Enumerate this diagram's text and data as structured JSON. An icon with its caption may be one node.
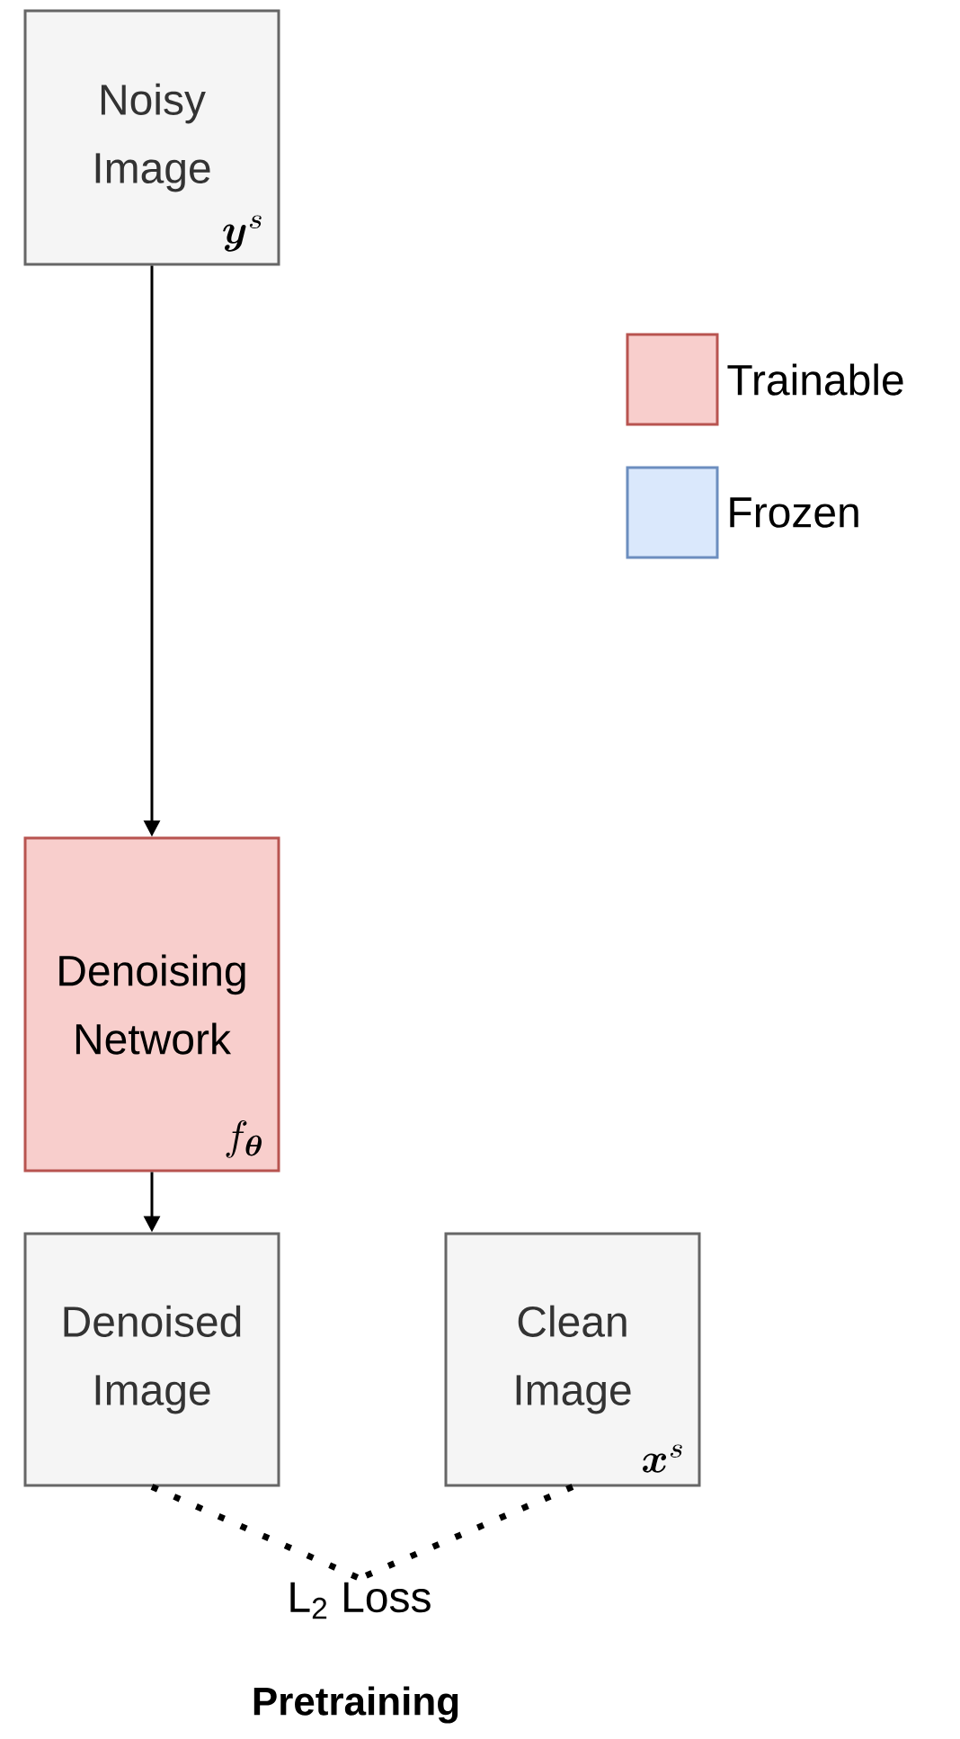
{
  "diagram": {
    "caption": "Pretraining",
    "nodes": [
      {
        "text": [
          "Noisy Image",
          "\\boldsymbol{y}^s"
        ]
      },
      {
        "text": [
          "Denoising Network",
          "f_{\\boldsymbol{\\theta}}"
        ]
      },
      {
        "text": [
          "Denoised Image"
        ]
      },
      {
        "text": [
          "Clean Image",
          "\\boldsymbol{x}^s"
        ]
      },
      {
        "text": [
          "L$_{2}$ Loss"
        ]
      }
    ],
    "edges": [
      {
        "from": 0,
        "to": 1,
        "arrow": "to"
      },
      {
        "from": 1,
        "to": 2,
        "arrow": "to"
      },
      {
        "from": 2,
        "to": 4,
        "arrow": "none",
        "style": "dashed"
      },
      {
        "from": 3,
        "to": 4,
        "arrow": "none",
        "style": "dashed"
      }
    ],
    "legend": [
      {
        "text": "Trainable",
        "color": "#f8cecc"
      },
      {
        "text": "Frozen",
        "color": "#dae8fc"
      }
    ]
  }
}
